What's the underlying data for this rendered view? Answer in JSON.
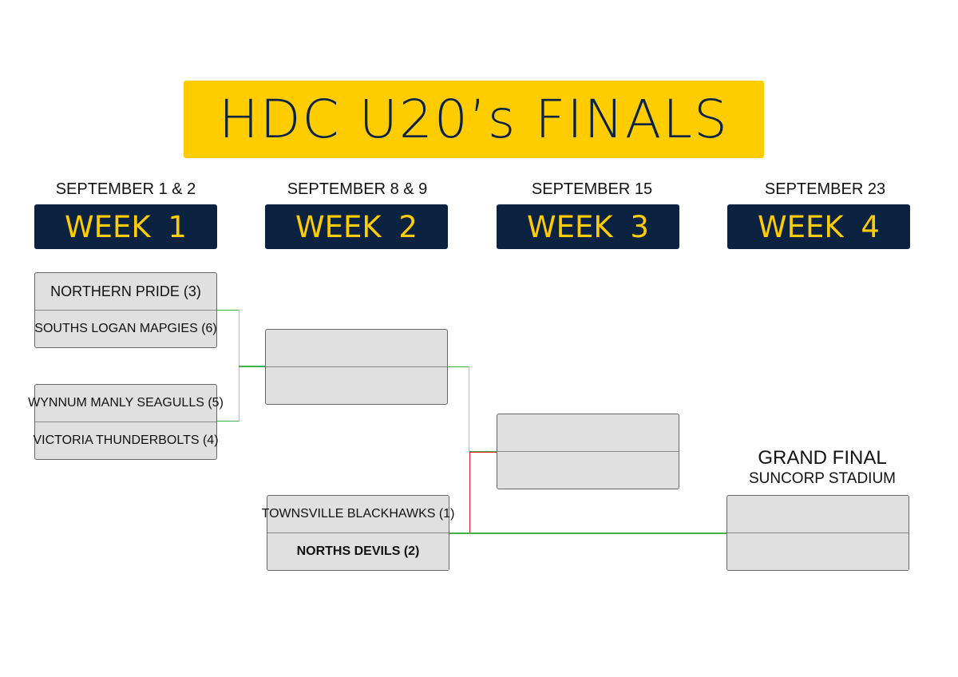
{
  "title": "HDC U20’s FINALS",
  "rounds": [
    {
      "date": "SEPTEMBER 1 & 2",
      "label": "WEEK 1"
    },
    {
      "date": "SEPTEMBER 8 & 9",
      "label": "WEEK 2"
    },
    {
      "date": "SEPTEMBER 15",
      "label": "WEEK 3"
    },
    {
      "date": "SEPTEMBER 23",
      "label": "WEEK 4"
    }
  ],
  "matches": {
    "w1_a": [
      "NORTHERN PRIDE (3)",
      "SOUTHS LOGAN MAPGIES (6)"
    ],
    "w1_b": [
      "WYNNUM MANLY SEAGULLS (5)",
      "VICTORIA THUNDERBOLTS (4)"
    ],
    "w2_a": [
      "",
      ""
    ],
    "w2_b": [
      "TOWNSVILLE BLACKHAWKS (1)",
      "NORTHS DEVILS (2)"
    ],
    "w3": [
      "",
      ""
    ],
    "gf": [
      "",
      ""
    ]
  },
  "grand_final": {
    "title": "GRAND FINAL",
    "venue": "SUNCORP STADIUM"
  },
  "colors": {
    "yellow": "#FFCC00",
    "navy": "#0B2240",
    "win": "#3cb44b",
    "loss": "#e02020"
  }
}
